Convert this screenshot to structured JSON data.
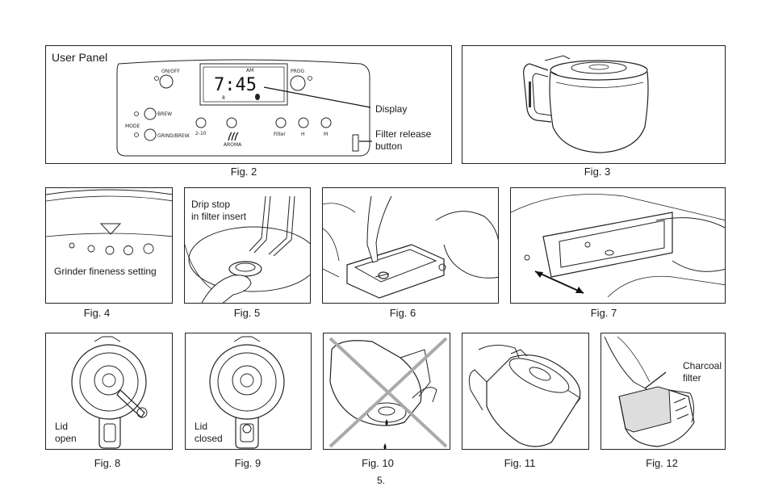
{
  "fig2": {
    "title": "User Panel",
    "caption": "Fig. 2",
    "display_time": "7:45",
    "display_am": "AM",
    "display_strength": "8",
    "buttons": {
      "on_off": "ON/OFF",
      "prog": "PROG",
      "brew": "BREW",
      "mode": "MODE",
      "grind_brew": "GRIND/BREW",
      "cups": "2-10",
      "aroma": "AROMA",
      "filter": "Filter",
      "h": "H",
      "m": "M"
    },
    "callout_display": "Display",
    "callout_filter_line1": "Filter release",
    "callout_filter_line2": "button"
  },
  "fig3": {
    "caption": "Fig. 3"
  },
  "fig4": {
    "caption": "Fig. 4",
    "label": "Grinder fineness setting"
  },
  "fig5": {
    "caption": "Fig. 5",
    "label_line1": "Drip stop",
    "label_line2": "in filter insert"
  },
  "fig6": {
    "caption": "Fig. 6"
  },
  "fig7": {
    "caption": "Fig. 7"
  },
  "fig8": {
    "caption": "Fig. 8",
    "label_line1": "Lid",
    "label_line2": "open"
  },
  "fig9": {
    "caption": "Fig. 9",
    "label_line1": "Lid",
    "label_line2": "closed"
  },
  "fig10": {
    "caption": "Fig. 10"
  },
  "fig11": {
    "caption": "Fig. 11"
  },
  "fig12": {
    "caption": "Fig. 12",
    "label_line1": "Charcoal",
    "label_line2": "filter"
  },
  "page_number": "5."
}
